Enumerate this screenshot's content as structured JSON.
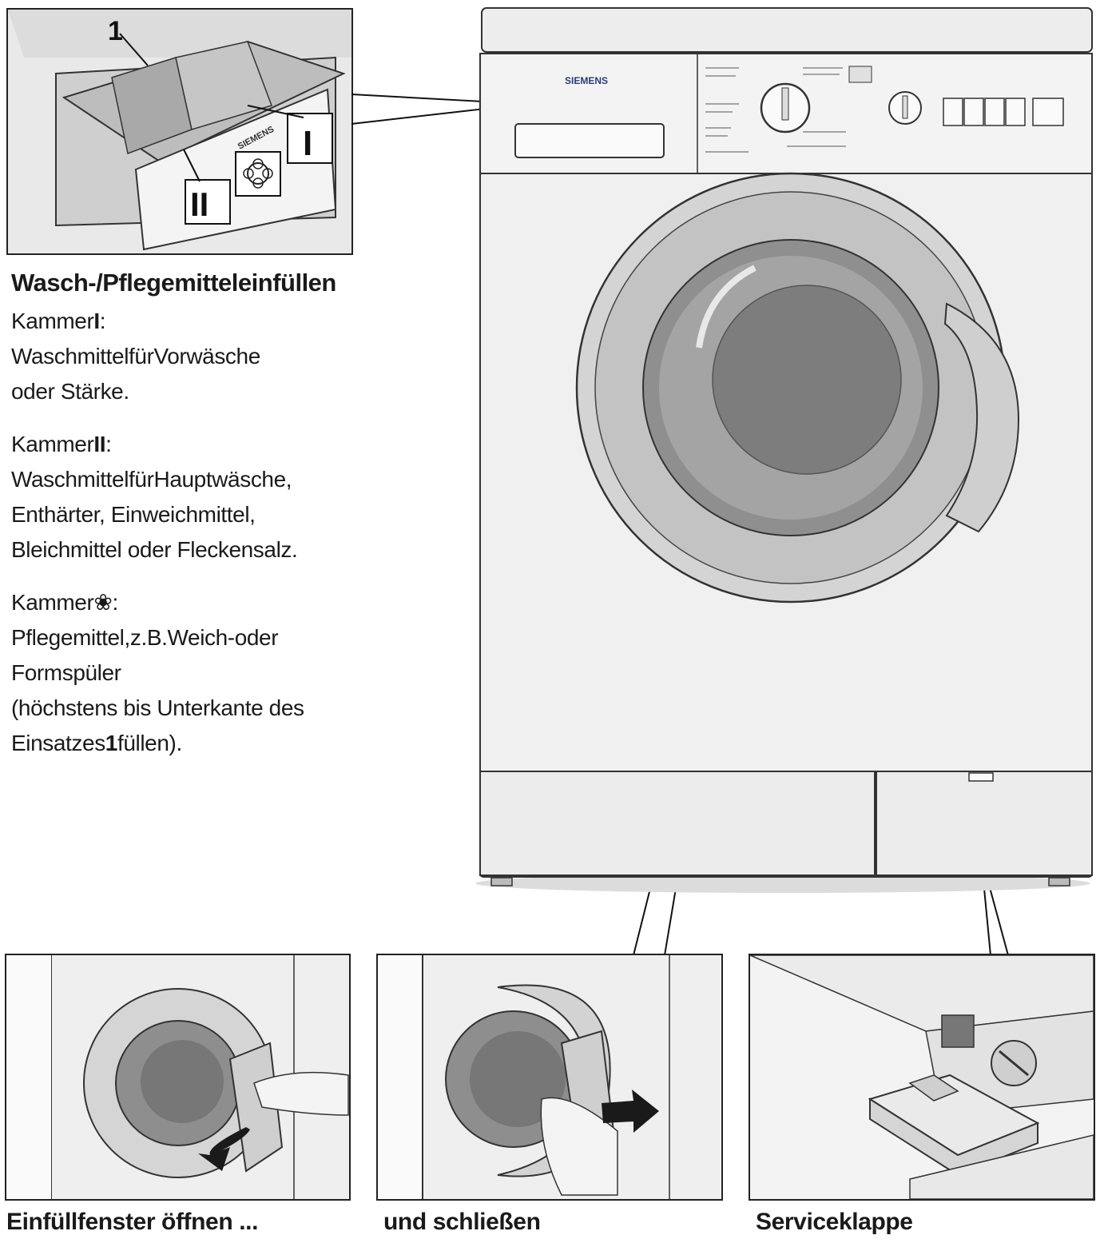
{
  "drawer_panel": {
    "marker_1": "1",
    "chamber_I": "I",
    "chamber_II": "II",
    "brand_on_drawer": "SIEMENS"
  },
  "machine": {
    "brand": "SIEMENS"
  },
  "instructions": {
    "heading": "Wasch-/Pflegemitteleinfüllen",
    "chamber1": {
      "prefix": "Kammer",
      "numeral": "I",
      "suffix": ":",
      "line2": "WaschmittelfürVorwäsche",
      "line3": "oder Stärke."
    },
    "chamber2": {
      "prefix": "Kammer",
      "numeral": "II",
      "suffix": ":",
      "line2": "WaschmittelfürHauptwäsche,",
      "line3": "Enthärter, Einweichmittel,",
      "line4": "Bleichmittel oder Fleckensalz."
    },
    "chamber3": {
      "prefix": "Kammer",
      "symbol": "❀",
      "suffix": ":",
      "line2": "Pflegemittel,z.B.Weich-oder",
      "line3": "Formspüler",
      "line4": "(höchstens bis Unterkante des",
      "line5_prefix": "Einsatzes",
      "line5_bold": "1",
      "line5_suffix": "füllen)."
    }
  },
  "captions": {
    "open": "Einfüllfenster öffnen ...",
    "close": "und schließen",
    "service": "Serviceklappe"
  }
}
